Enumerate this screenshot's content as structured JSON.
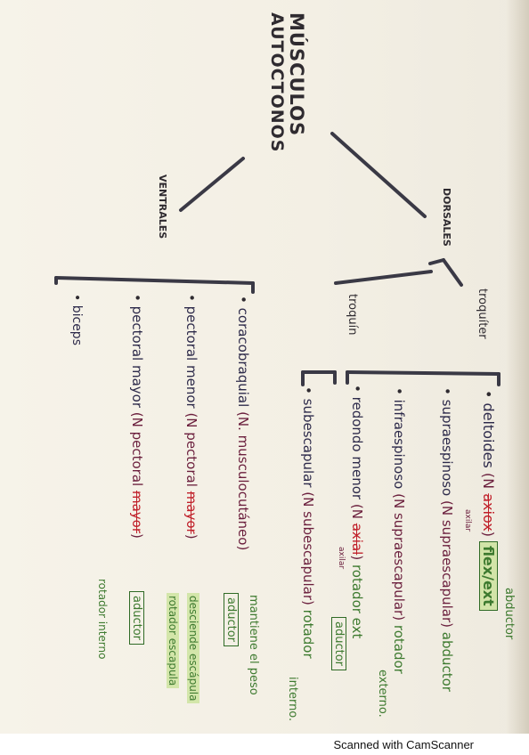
{
  "title": {
    "line1": "MÚSCULOS",
    "line2": "AUTOCTONOS"
  },
  "branches": {
    "dorsales": "DORSALES",
    "ventrales": "VENTRALES",
    "troquiter": "troquíter",
    "troquin": "troquín"
  },
  "troquiter_items": [
    {
      "muscle": "deltoides",
      "nerve_open": "(N",
      "nerve_struck": "axiox",
      "nerve_close": ")",
      "nerve_note": "axilar",
      "action_top": "abductor",
      "action_box": "flex/ext"
    },
    {
      "muscle": "supraespinoso",
      "nerve": "(N supraescapular)",
      "action": "abductor"
    },
    {
      "muscle": "infraespinoso",
      "nerve": "(N supraescapular)",
      "action": "rotador",
      "action2": "externo."
    },
    {
      "muscle": "redondo menor",
      "nerve_open": "(N",
      "nerve_struck": "axial",
      "nerve_close": ")",
      "nerve_note": "axilar",
      "action": "rotador ext",
      "action_box": "aductor"
    }
  ],
  "troquin_items": [
    {
      "muscle": "subescapular",
      "nerve": "(N subescapular)",
      "action": "rotador",
      "action2": "interno."
    }
  ],
  "ventral_items": [
    {
      "muscle": "coracobraquial",
      "nerve": "(N. musculocutáneo)",
      "action_box": "aductor",
      "note": "mantiene el peso"
    },
    {
      "muscle": "pectoral menor",
      "nerve_open": "(N pectoral",
      "nerve_struck": "mayor",
      "nerve_close": ")",
      "action": "desciende escápula",
      "action2": "rotador escapula"
    },
    {
      "muscle": "pectoral mayor",
      "nerve_open": "(N pectoral",
      "nerve_struck": "mayor",
      "nerve_close": ")",
      "action_box": "aductor",
      "action2": "rotador interno"
    },
    {
      "muscle": "biceps"
    }
  ],
  "footer": "Scanned with CamScanner",
  "colors": {
    "ink_dark": "#2f2b30",
    "ink_maroon": "#6b1f3d",
    "ink_green": "#3d7a2f",
    "ink_red": "#c0202a",
    "highlight": "#c8e196"
  }
}
